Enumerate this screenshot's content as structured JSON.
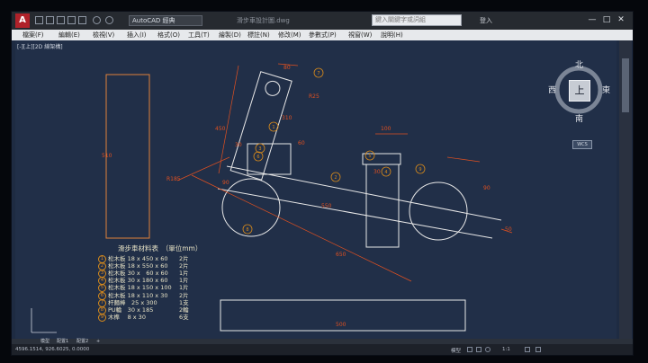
{
  "window": {
    "workspace": "AutoCAD 經典",
    "doc_title": "滑步車設計圖.dwg",
    "search_placeholder": "鍵入關鍵字或詞組",
    "signin": "登入",
    "controls": [
      "—",
      "□",
      "✕"
    ]
  },
  "menu": [
    "檔案(F)",
    "編輯(E)",
    "檢視(V)",
    "插入(I)",
    "格式(O)",
    "工具(T)",
    "繪製(D)",
    "標註(N)",
    "修改(M)",
    "參數式(P)",
    "視窗(W)",
    "說明(H)"
  ],
  "viewport_label": "[-][上][2D 線架構]",
  "viewcube": {
    "north": "北",
    "south": "南",
    "east": "東",
    "west": "西",
    "face": "上",
    "wcs": "WCS"
  },
  "drawing": {
    "dims": [
      "80",
      "R25",
      "450",
      "30",
      "60",
      "310",
      "650",
      "R185",
      "90",
      "100",
      "550",
      "30",
      "510",
      "500",
      "50",
      "90"
    ],
    "balloons": [
      "1",
      "2",
      "3",
      "4",
      "5",
      "6",
      "7",
      "8",
      "9"
    ]
  },
  "materials": {
    "title": "滑步車材料表　（單位mm）",
    "rows": [
      {
        "no": "1",
        "desc": "松木板 18 x 450 x 60",
        "qty": "2片"
      },
      {
        "no": "2",
        "desc": "松木板 18 x 550 x 60",
        "qty": "2片"
      },
      {
        "no": "3",
        "desc": "松木板 30 x　60 x 60",
        "qty": "1片"
      },
      {
        "no": "4",
        "desc": "松木板 30 x 180 x 60",
        "qty": "1片"
      },
      {
        "no": "5",
        "desc": "松木板 18 x 150 x 100",
        "qty": "1片"
      },
      {
        "no": "6",
        "desc": "松木板 18 x 110 x 30",
        "qty": "2片"
      },
      {
        "no": "7",
        "desc": "杆麵棒　25 x 300",
        "qty": "1支"
      },
      {
        "no": "8",
        "desc": "PU輪　30 x 185",
        "qty": "2輪"
      },
      {
        "no": "9",
        "desc": "木榫　 8 x 30",
        "qty": "6支"
      }
    ]
  },
  "layout_tabs": [
    "模型",
    "配置1",
    "配置2",
    "+"
  ],
  "status": {
    "coords": "4596.1514, 926.6025, 0.0000",
    "model": "模型",
    "scale": "1:1"
  }
}
